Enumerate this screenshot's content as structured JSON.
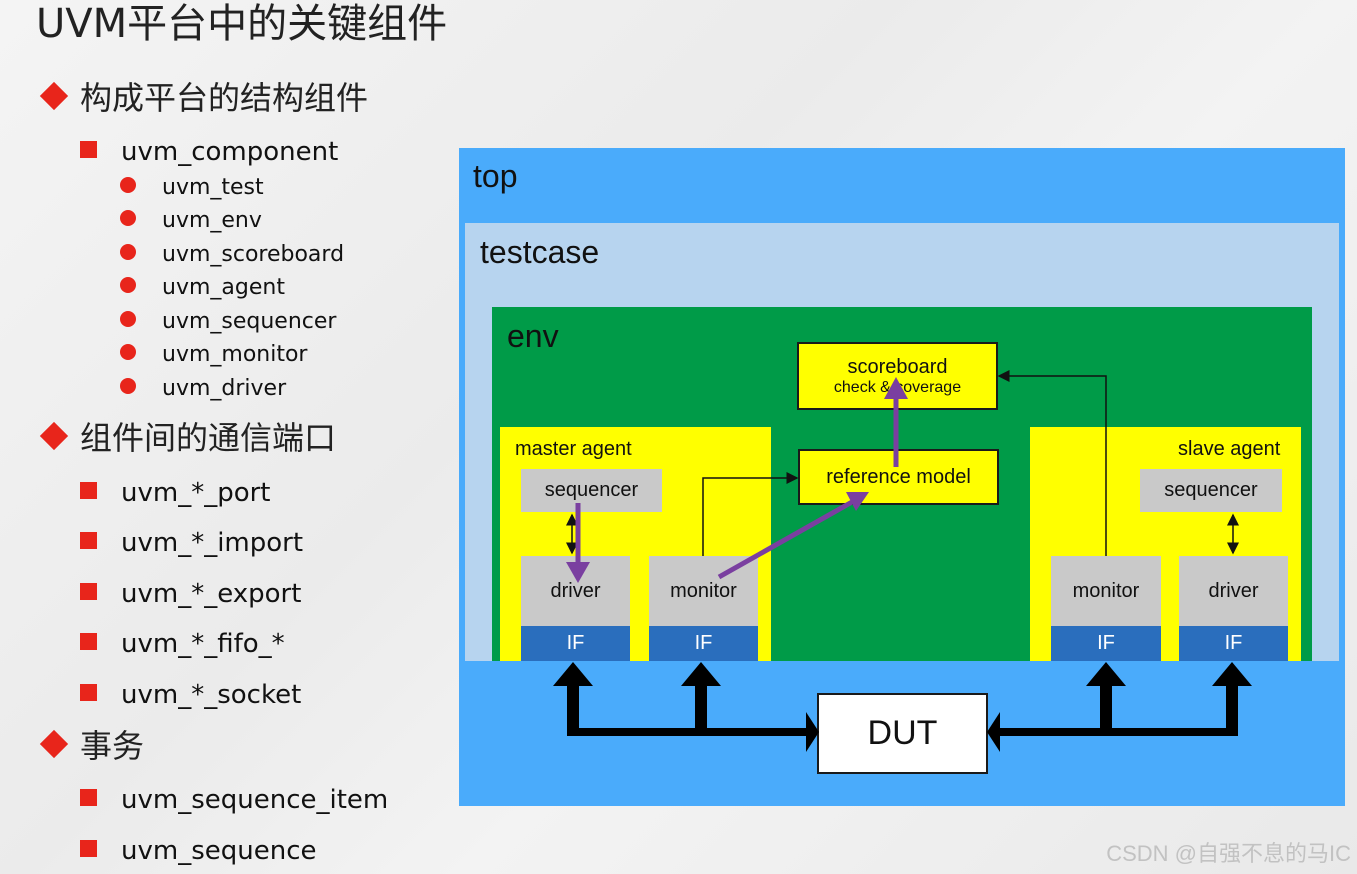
{
  "title": "UVM平台中的关键组件",
  "outline": {
    "structure_heading": "构成平台的结构组件",
    "uvm_component_label": "uvm_component",
    "component_children": [
      "uvm_test",
      "uvm_env",
      "uvm_scoreboard",
      "uvm_agent",
      "uvm_sequencer",
      "uvm_monitor",
      "uvm_driver"
    ],
    "ports_heading": "组件间的通信端口",
    "ports": [
      "uvm_*_port",
      "uvm_*_import",
      "uvm_*_export",
      "uvm_*_fifo_*",
      "uvm_*_socket"
    ],
    "transaction_heading": "事务",
    "transactions": [
      "uvm_sequence_item",
      "uvm_sequence"
    ]
  },
  "diagram": {
    "top": "top",
    "testcase": "testcase",
    "env": "env",
    "scoreboard": "scoreboard",
    "scoreboard_sub": "check & coverage",
    "reference_model": "reference model",
    "master_agent": "master agent",
    "slave_agent": "slave agent",
    "sequencer": "sequencer",
    "driver": "driver",
    "monitor": "monitor",
    "if_label": "IF",
    "dut": "DUT"
  },
  "colors": {
    "accent_red": "#e8251b",
    "top_blue": "#4aabfb",
    "testcase_light": "#b7d4ef",
    "env_green": "#009b48",
    "agent_yellow": "#ffff00",
    "if_blue": "#2a6ebd",
    "arrow_purple": "#7a3fa0"
  },
  "watermark": "CSDN @自强不息的马IC"
}
